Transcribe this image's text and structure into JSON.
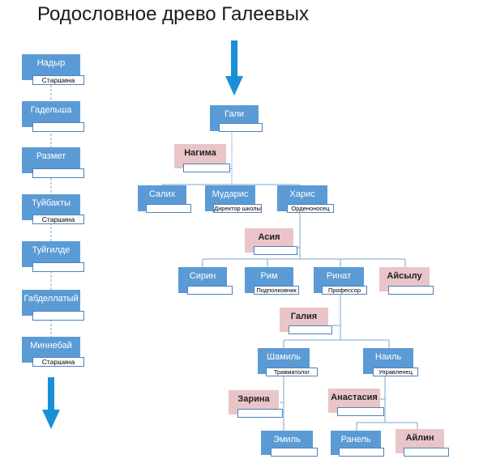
{
  "title": "Родословное древо Галеевых",
  "colors": {
    "person": "#5b9bd5",
    "spouse": "#e9c4c8",
    "arrow": "#1a8fd8",
    "line": "#7aa7d3"
  },
  "lineage": [
    {
      "name": "Надыр",
      "note": "Старшина"
    },
    {
      "name": "Гадельша",
      "note": ""
    },
    {
      "name": "Размет",
      "note": ""
    },
    {
      "name": "Туйбакты",
      "note": "Старшина"
    },
    {
      "name": "Туйгилде",
      "note": ""
    },
    {
      "name": "Габделлатый",
      "note": ""
    },
    {
      "name": "Миннебай",
      "note": "Старшина"
    }
  ],
  "tree": {
    "gali": {
      "name": "Гали",
      "note": ""
    },
    "nagima": {
      "name": "Нагима",
      "note": ""
    },
    "salih": {
      "name": "Салих",
      "note": ""
    },
    "mudaris": {
      "name": "Мударис",
      "note": "Директор школы"
    },
    "haris": {
      "name": "Харис",
      "note": "Орденоносец"
    },
    "asiya": {
      "name": "Асия",
      "note": ""
    },
    "sirin": {
      "name": "Сирин",
      "note": ""
    },
    "rim": {
      "name": "Рим",
      "note": "Подполковник"
    },
    "rinat": {
      "name": "Ринат",
      "note": "Профессор"
    },
    "aysylu": {
      "name": "Айсылу",
      "note": ""
    },
    "galiya": {
      "name": "Галия",
      "note": ""
    },
    "shamil": {
      "name": "Шамиль",
      "note": "Травматолог"
    },
    "nail": {
      "name": "Наиль",
      "note": "Управленец"
    },
    "zarina": {
      "name": "Зарина",
      "note": ""
    },
    "anastasiya": {
      "name": "Анастасия",
      "note": ""
    },
    "emil": {
      "name": "Эмиль",
      "note": ""
    },
    "ranel": {
      "name": "Ранель",
      "note": ""
    },
    "aylin": {
      "name": "Айлин",
      "note": ""
    }
  }
}
